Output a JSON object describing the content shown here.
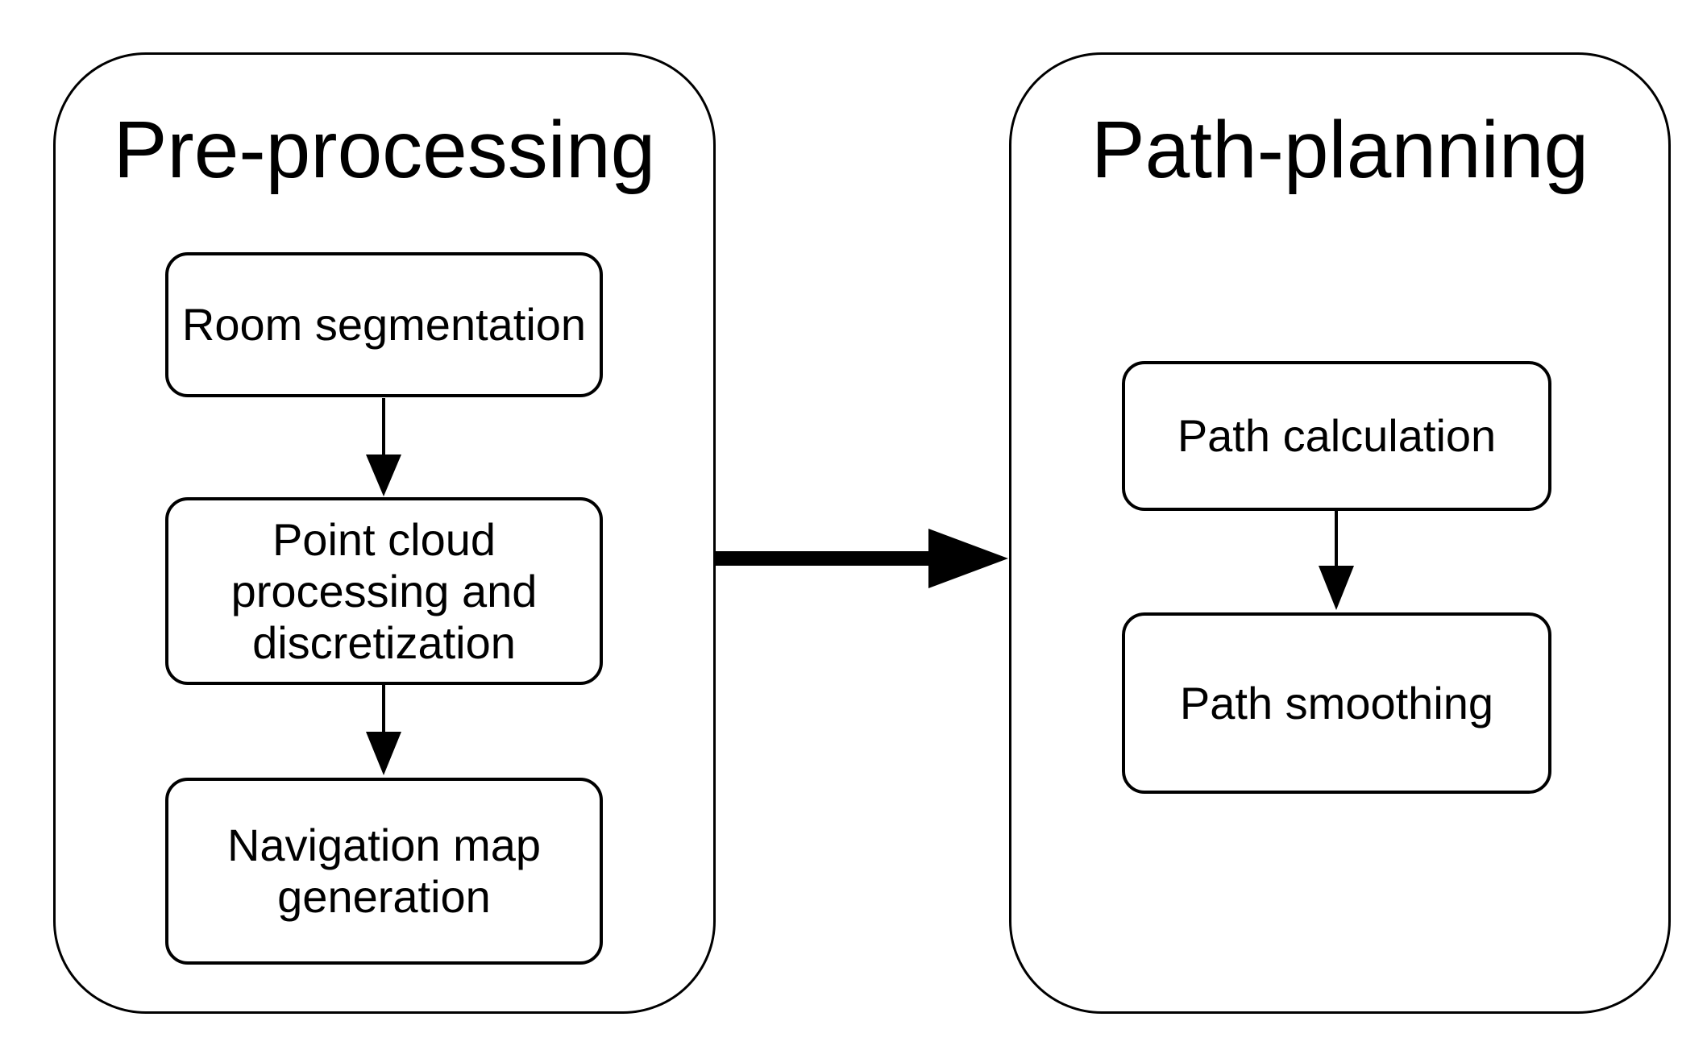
{
  "page": {
    "background_color": "#ffffff",
    "ink_color": "#000000"
  },
  "diagram": {
    "groups": [
      {
        "id": "preprocessing",
        "title": "Pre-processing",
        "nodes": [
          {
            "label": "Room segmentation"
          },
          {
            "label": "Point cloud processing and discretization"
          },
          {
            "label": "Navigation map generation"
          }
        ]
      },
      {
        "id": "pathplanning",
        "title": "Path-planning",
        "nodes": [
          {
            "label": "Path calculation"
          },
          {
            "label": "Path smoothing"
          }
        ]
      }
    ],
    "connections": [
      {
        "from": "Room segmentation",
        "to": "Point cloud processing and discretization",
        "style": "thin-down-arrow"
      },
      {
        "from": "Point cloud processing and discretization",
        "to": "Navigation map generation",
        "style": "thin-down-arrow"
      },
      {
        "from": "Path calculation",
        "to": "Path smoothing",
        "style": "thin-down-arrow"
      },
      {
        "from": "Pre-processing",
        "to": "Path-planning",
        "style": "bold-right-arrow"
      }
    ]
  }
}
